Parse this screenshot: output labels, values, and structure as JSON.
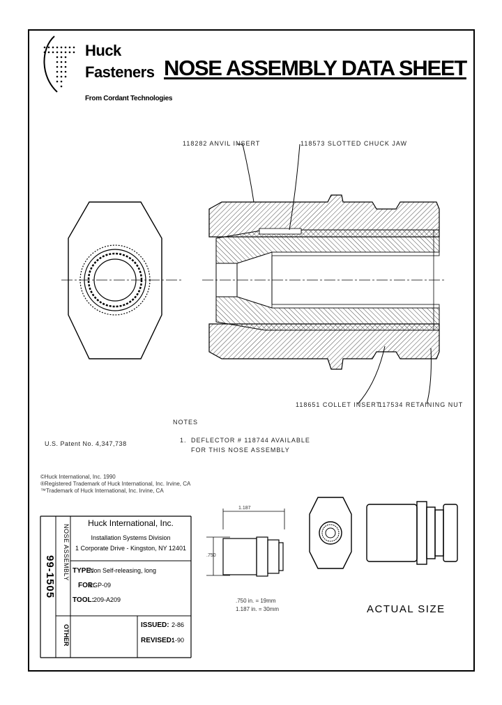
{
  "header": {
    "logo_line1": "Huck",
    "logo_line2": "Fasteners",
    "logo_tagline": "From Cordant Technologies",
    "title": "NOSE ASSEMBLY DATA SHEET"
  },
  "drawing": {
    "callout_anvil": "118282 ANVIL INSERT",
    "callout_chuck": "118573 SLOTTED CHUCK JAW",
    "callout_collet": "118651 COLLET INSERT",
    "callout_retaining": "117534 RETAINING NUT"
  },
  "notes": {
    "heading": "NOTES",
    "patent": "U.S. Patent No. 4,347,738",
    "note_1_num": "1.",
    "note_1_line1": "DEFLECTOR # 118744 AVAILABLE",
    "note_1_line2": "FOR THIS NOSE ASSEMBLY",
    "legal_1": "©Huck International, Inc. 1990",
    "legal_2": "®Registered Trademark of Huck International, Inc. Irvine, CA",
    "legal_3": "™Trademark of Huck International, Inc. Irvine, CA"
  },
  "title_block": {
    "doc_number": "99-1505",
    "category": "NOSE ASSEMBLY",
    "other": "OTHER",
    "company": "Huck International, Inc.",
    "division": "Installation Systems Division",
    "address": "1 Corporate Drive - Kingston, NY 12401",
    "type_label": "TYPE:",
    "type_value": "Non Self-releasing, long",
    "for_label": "FOR:",
    "for_value": "LGP-09",
    "tool_label": "TOOL:",
    "tool_value": "209-A209",
    "issued_label": "ISSUED:",
    "issued_value": "2-86",
    "revised_label": "REVISED:",
    "revised_value": "1-90"
  },
  "actual_size": {
    "dim_width": "1.187",
    "dim_height": ".750",
    "conv_1": ".750 in. = 19mm",
    "conv_2": "1.187 in. = 30mm",
    "caption": "ACTUAL SIZE"
  }
}
